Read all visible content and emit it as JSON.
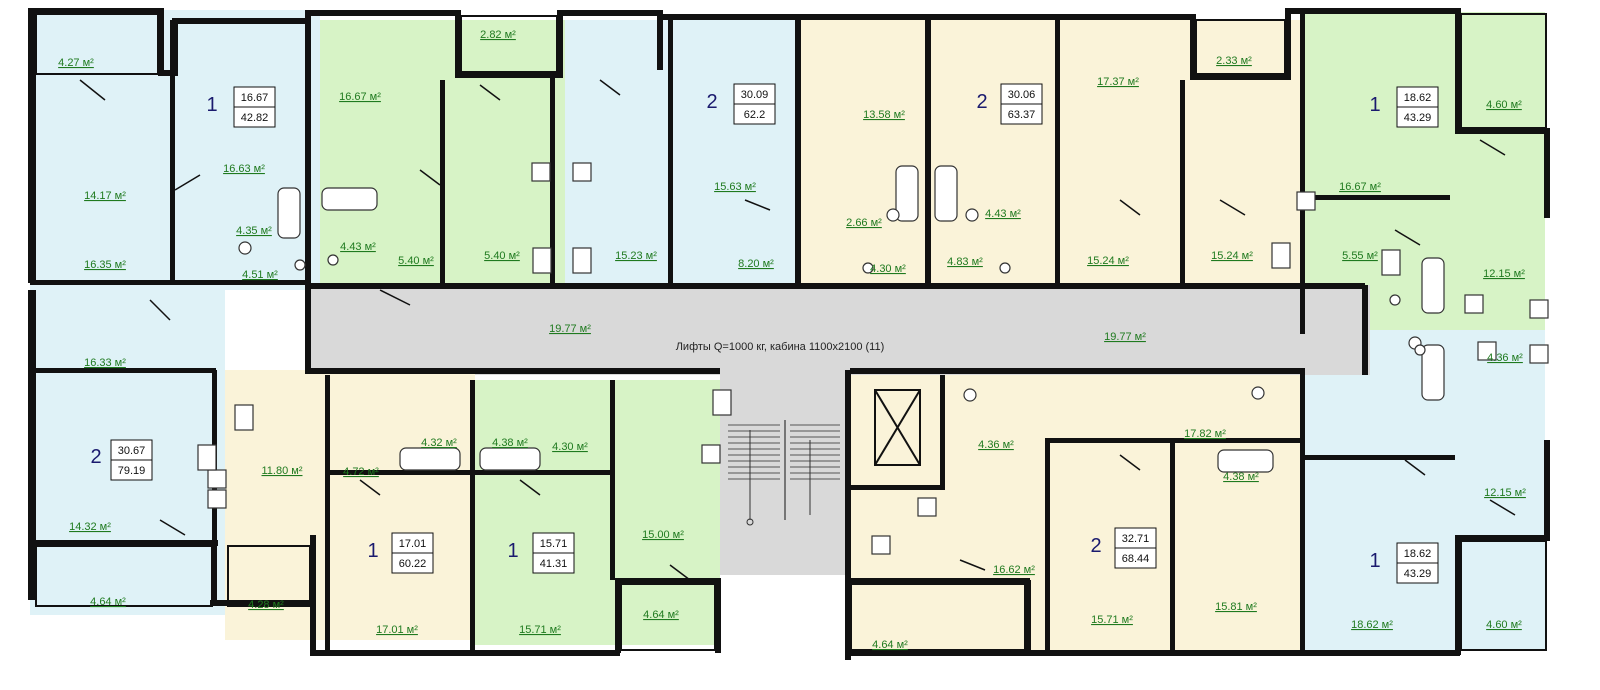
{
  "colors": {
    "blue": "#dff2f7",
    "green": "#d7f3c6",
    "yellow": "#faf3d9",
    "grey": "#d9d9d9",
    "wall": "#111111",
    "area_text": "#1f7a1f",
    "room_count_text": "#1a1a6e"
  },
  "corridor_note": "Лифты Q=1000 кг, кабина 1100х2100 (11)",
  "corridor_areas": [
    "19.77 м²",
    "19.77 м²"
  ],
  "apartments": [
    {
      "rooms": "1",
      "living": "16.67",
      "total": "42.82"
    },
    {
      "rooms": "2",
      "living": "30.09",
      "total": "62.2"
    },
    {
      "rooms": "2",
      "living": "30.06",
      "total": "63.37"
    },
    {
      "rooms": "1",
      "living": "18.62",
      "total": "43.29"
    },
    {
      "rooms": "2",
      "living": "30.67",
      "total": "79.19"
    },
    {
      "rooms": "1",
      "living": "17.01",
      "total": "60.22"
    },
    {
      "rooms": "1",
      "living": "15.71",
      "total": "41.31"
    },
    {
      "rooms": "2",
      "living": "32.71",
      "total": "68.44"
    },
    {
      "rooms": "1",
      "living": "18.62",
      "total": "43.29"
    }
  ],
  "room_areas": [
    "4.27 м²",
    "14.17 м²",
    "16.35 м²",
    "16.63 м²",
    "4.35 м²",
    "4.51 м²",
    "16.33 м²",
    "14.32 м²",
    "4.64 м²",
    "4.28 м²",
    "16.67 м²",
    "4.43 м²",
    "5.40 м²",
    "2.82 м²",
    "5.40 м²",
    "15.23 м²",
    "15.63 м²",
    "8.20 м²",
    "13.58 м²",
    "2.66 м²",
    "4.30 м²",
    "4.43 м²",
    "4.83 м²",
    "17.37 м²",
    "2.33 м²",
    "15.24 м²",
    "15.24 м²",
    "16.67 м²",
    "5.55 м²",
    "4.60 м²",
    "12.15 м²",
    "4.36 м²",
    "11.80 м²",
    "4.72 м²",
    "4.32 м²",
    "4.38 м²",
    "4.30 м²",
    "17.01 м²",
    "15.71 м²",
    "15.00 м²",
    "4.64 м²",
    "4.36 м²",
    "17.82 м²",
    "4.38 м²",
    "16.62 м²",
    "4.64 м²",
    "15.71 м²",
    "15.81 м²",
    "12.15 м²",
    "18.62 м²",
    "4.60 м²"
  ]
}
